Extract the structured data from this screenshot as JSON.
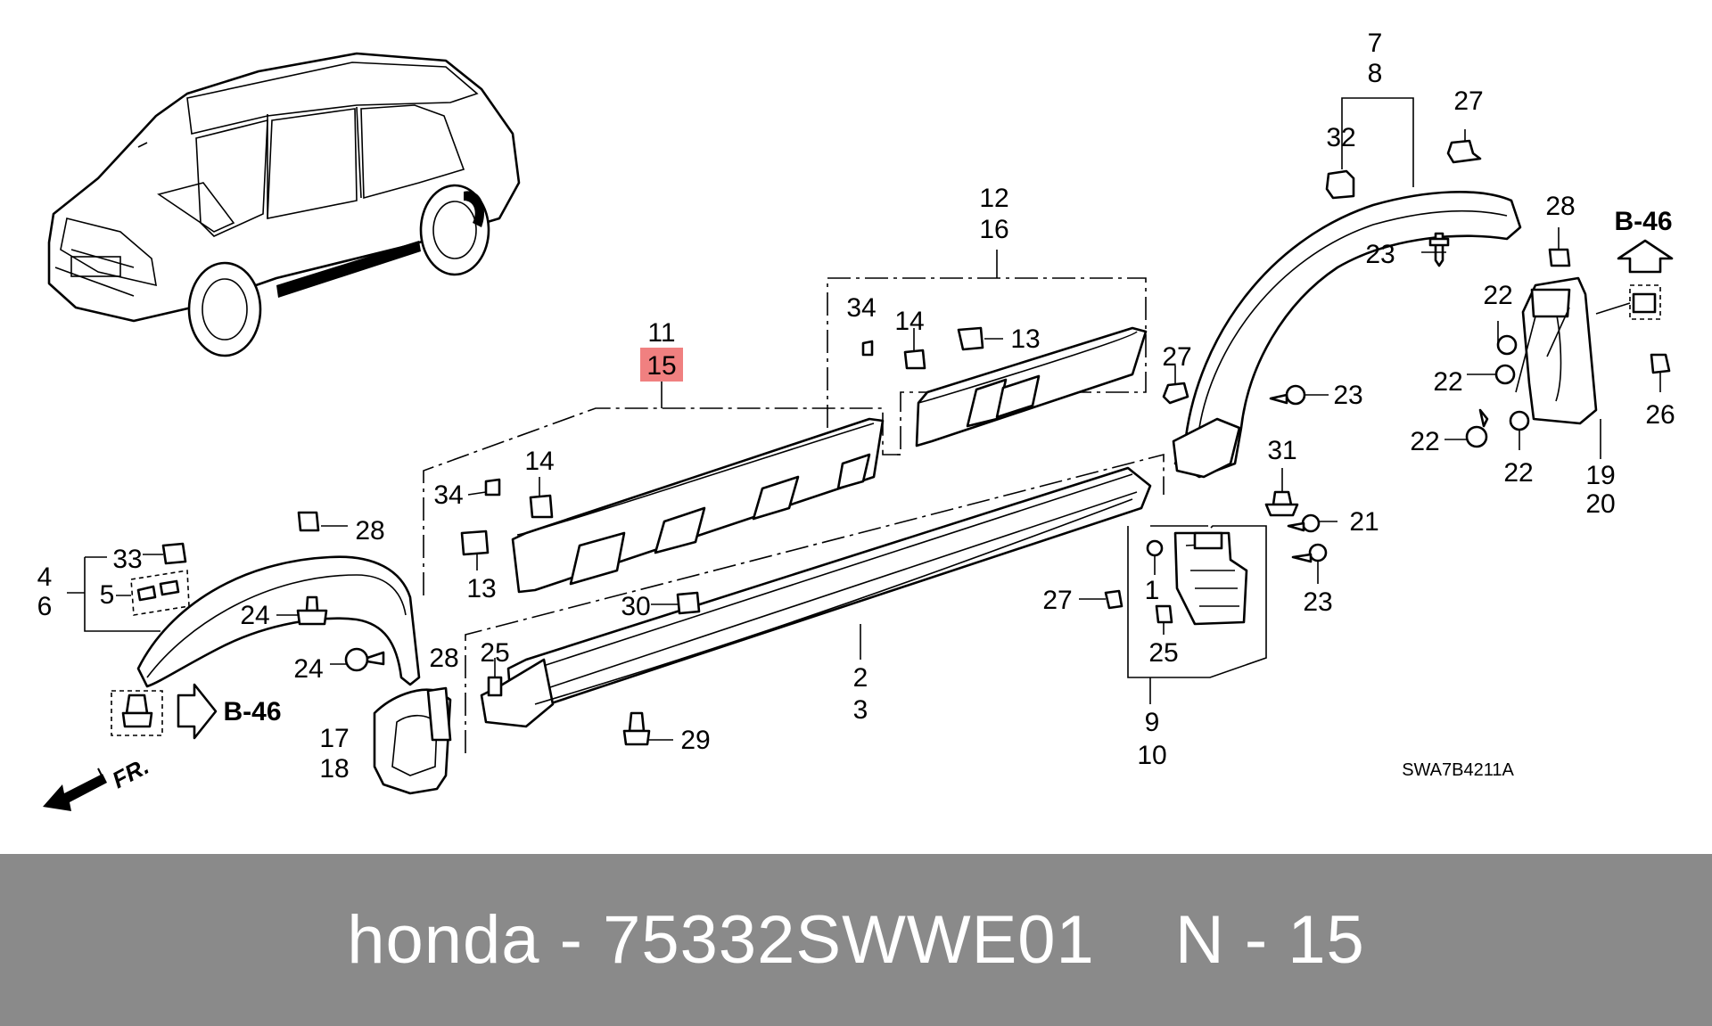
{
  "diagram": {
    "callouts": {
      "c7_8": [
        "7",
        "8"
      ],
      "c27_top": "27",
      "c32": "32",
      "c28_right": "28",
      "b46_right": "B-46",
      "c23_a": "23",
      "c12_16": [
        "12",
        "16"
      ],
      "c34_top": "34",
      "c14_top": "14",
      "c13_top": "13",
      "c27_mid": "27",
      "c22_a": "22",
      "c22_b": "22",
      "c22_c": "22",
      "c22_d": "22",
      "c26": "26",
      "c19_20": [
        "19",
        "20"
      ],
      "c23_b": "23",
      "c11_15": [
        "11",
        "15"
      ],
      "c14_mid": "14",
      "c34_mid": "34",
      "c13_mid": "13",
      "c31": "31",
      "c21": "21",
      "c23_c": "23",
      "c28_left": "28",
      "c33": "33",
      "c4_6": [
        "4",
        "6"
      ],
      "c5": "5",
      "c24_a": "24",
      "c24_b": "24",
      "c30": "30",
      "c27_low": "27",
      "c1": "1",
      "c25_a": "25",
      "c25_b": "25",
      "c28_low": "28",
      "c2_3": [
        "2",
        "3"
      ],
      "c9_10": [
        "9",
        "10"
      ],
      "c17_18": [
        "17",
        "18"
      ],
      "c29": "29",
      "b46_left": "B-46",
      "fr": "FR.",
      "code": "SWA7B4211A"
    },
    "highlight_color": "#f08080"
  },
  "footer": {
    "brand": "honda",
    "separator": "-",
    "part_number": "75332SWWE01",
    "position_label": "N - 15"
  }
}
